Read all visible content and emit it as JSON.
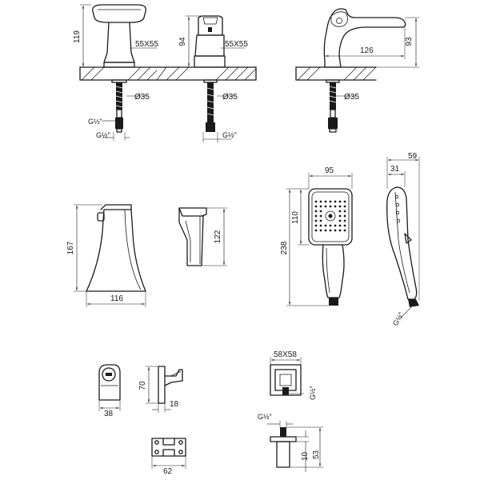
{
  "labels": {
    "spout_height": "119",
    "spout_base_size": "55X55",
    "spout_hole": "Ø35",
    "spout_thread_upper": "G½\"",
    "spout_thread_lower": "G½\"",
    "valve_height": "94",
    "valve_base_size": "55X55",
    "valve_hole": "Ø35",
    "valve_thread": "G½\"",
    "side_length": "126",
    "side_height": "93",
    "side_hole": "Ø35",
    "spout_profile_height": "167",
    "spout_profile_width": "116",
    "valve_profile_height": "122",
    "shower_head_width": "95",
    "shower_head_face_height": "110",
    "shower_total_length": "238",
    "shower_side_width": "59",
    "shower_side_neck": "31",
    "shower_thread": "G½\"",
    "holder_width": "38",
    "holder_height": "70",
    "holder_depth": "18",
    "outlet_size": "58X58",
    "outlet_thread": "G½\"",
    "bracket_width": "62",
    "connector_thread": "G½\"",
    "connector_height": "53",
    "connector_flange": "10"
  }
}
